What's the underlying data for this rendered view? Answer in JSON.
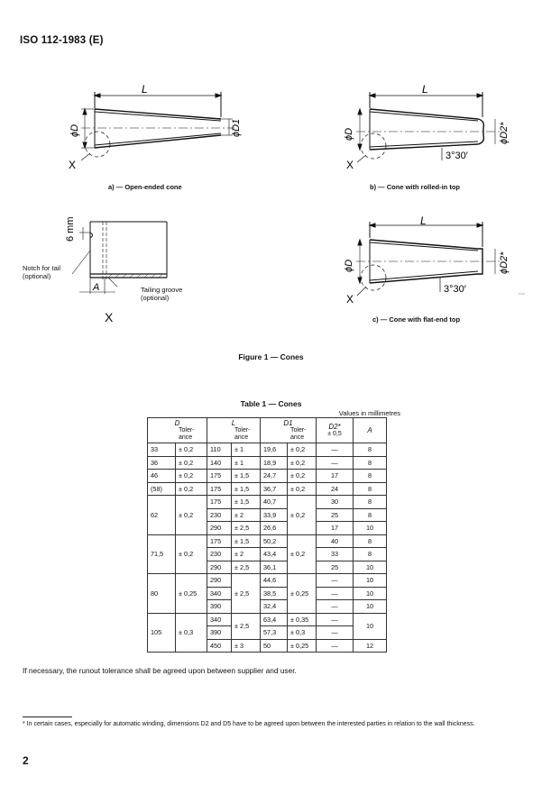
{
  "header": {
    "doc_id": "ISO 112-1983 (E)"
  },
  "figure": {
    "caption": "Figure 1 — Cones",
    "panels": {
      "a": {
        "caption": "a) — Open-ended cone",
        "dim_L": "L",
        "dim_D": "ϕD",
        "dim_D1": "ϕD1",
        "detail": "X"
      },
      "b": {
        "caption": "b) — Cone with rolled-in top",
        "dim_L": "L",
        "dim_D": "ϕD",
        "dim_D2": "ϕD2*",
        "angle": "3°30′",
        "detail": "X"
      },
      "c": {
        "caption": "c) — Cone with flat-end top",
        "dim_L": "L",
        "dim_D": "ϕD",
        "dim_D2": "ϕD2*",
        "angle": "3°30′",
        "detail": "X"
      },
      "detail": {
        "label": "X",
        "dim_6mm": "6 mm",
        "dim_A": "A",
        "notch": [
          "Notch for tail",
          "(optional)"
        ],
        "groove": [
          "Tailing groove",
          "(optional)"
        ]
      }
    }
  },
  "table": {
    "caption": "Table 1 — Cones",
    "units": "Values in millimetres",
    "headers": {
      "D": "D",
      "L": "L",
      "D1": "D1",
      "D2": "D2*",
      "D2_tol": "± 0,5",
      "A": "A",
      "tol1": "Toler-",
      "tol2": "ance"
    },
    "rows": [
      [
        "33",
        "± 0,2",
        "110",
        "± 1",
        "19,6",
        "± 0,2",
        "—",
        "8"
      ],
      [
        "36",
        "± 0,2",
        "140",
        "± 1",
        "18,9",
        "± 0,2",
        "—",
        "8"
      ],
      [
        "46",
        "± 0,2",
        "175",
        "± 1,5",
        "24,7",
        "± 0,2",
        "17",
        "8"
      ],
      [
        "(58)",
        "± 0,2",
        "175",
        "± 1,5",
        "36,7",
        "± 0,2",
        "24",
        "8"
      ]
    ],
    "g62": {
      "D": "62",
      "Dtol": "± 0,2",
      "D1tol": "± 0,2",
      "rows": [
        [
          "175",
          "± 1,5",
          "40,7",
          "30",
          "8"
        ],
        [
          "230",
          "± 2",
          "33,9",
          "25",
          "8"
        ],
        [
          "290",
          "± 2,5",
          "26,6",
          "17",
          "10"
        ]
      ]
    },
    "g71": {
      "D": "71,5",
      "Dtol": "± 0,2",
      "D1tol": "± 0,2",
      "rows": [
        [
          "175",
          "± 1,5",
          "50,2",
          "40",
          "8"
        ],
        [
          "230",
          "± 2",
          "43,4",
          "33",
          "8"
        ],
        [
          "290",
          "± 2,5",
          "36,1",
          "25",
          "10"
        ]
      ]
    },
    "g80": {
      "D": "80",
      "Dtol": "± 0,25",
      "Ltol": "± 2,5",
      "D1tol": "± 0,25",
      "rows": [
        [
          "290",
          "44,6",
          "—",
          "10"
        ],
        [
          "340",
          "38,5",
          "—",
          "10"
        ],
        [
          "390",
          "32,4",
          "—",
          "10"
        ]
      ]
    },
    "g105": {
      "D": "105",
      "Dtol": "± 0,3",
      "Ltol12": "± 2,5",
      "A12": "10",
      "rows": [
        [
          "340",
          "63,4",
          "± 0,35",
          "—"
        ],
        [
          "390",
          "57,3",
          "± 0,3",
          "—"
        ],
        [
          "450",
          "± 3",
          "50",
          "± 0,25",
          "—",
          "12"
        ]
      ]
    }
  },
  "note": "If necessary, the runout tolerance shall be agreed upon between supplier and user.",
  "footnote": "*   In certain cases, especially for automatic winding, dimensions D2 and D5 have to be agreed upon between the interested parties in relation to the wall thickness.",
  "page_number": "2"
}
